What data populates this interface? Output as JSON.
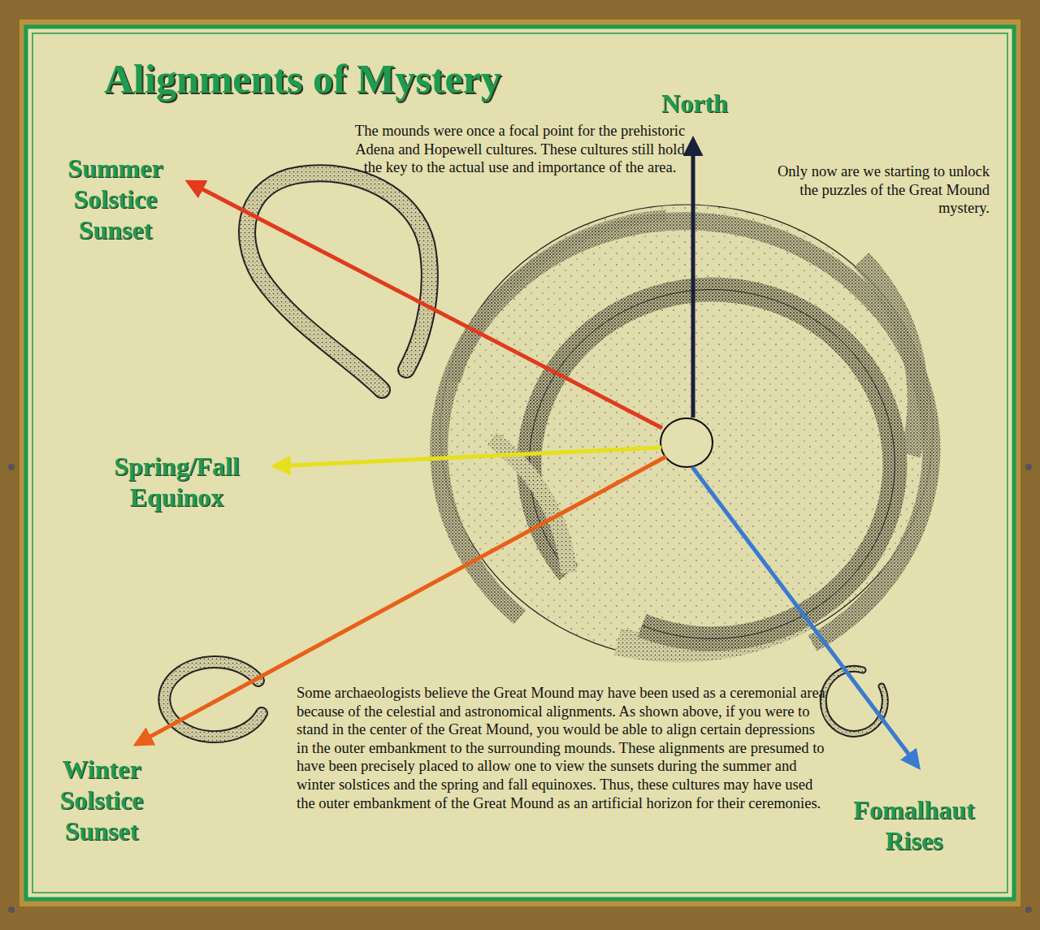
{
  "diagram": {
    "title": "Alignments of Mystery",
    "labels": [
      "North",
      "The mounds were once a focal point for the prehistoric Adena and Hopewell cultures. These cultures still hold the key to the actual use and importance of the area.",
      "Only now are we starting to unlock the puzzles of the Great Mound mystery.",
      "Summer Solstice Sunset",
      "Spring/Fall Equinox",
      "Winter Solstice Sunset",
      "Fomalhaut Rises",
      "Some archaeologists believe the Great Mound may have been used as a ceremonial area because of the celestial and astronomical alignments. As shown above, if you were to stand in the center of the Great Mound, you would be able to align certain depressions in the outer embankment to the surrounding mounds. These alignments are presumed to have been precisely placed to allow one to view the sunsets during the summer and winter solstices and the spring and fall equinoxes. Thus, these cultures may have used the outer embankment of the Great Mound as an artificial horizon for their ceremonies."
    ]
  }
}
